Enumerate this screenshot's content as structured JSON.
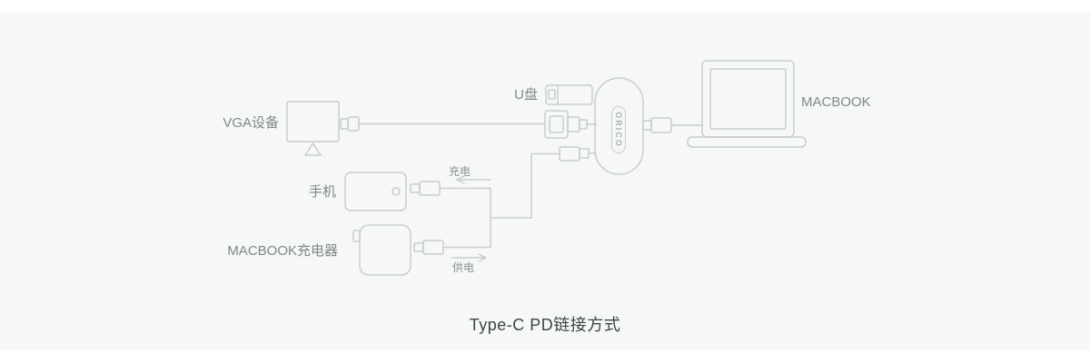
{
  "title": "Type-C PD链接方式",
  "hub": {
    "brand": "ORICO"
  },
  "devices": {
    "vga": {
      "label": "VGA设备"
    },
    "udisk": {
      "label": "U盘"
    },
    "phone": {
      "label": "手机"
    },
    "charger": {
      "label": "MACBOOK充电器"
    },
    "macbook": {
      "label": "MACBOOK"
    }
  },
  "flows": {
    "charging": {
      "label": "充电",
      "direction": "left"
    },
    "power": {
      "label": "供电",
      "direction": "right"
    }
  },
  "colors": {
    "background_band": "#f6f7f7",
    "line": "#c9cdcd",
    "label_text": "#7f8888",
    "title_text": "#3f4547",
    "logo_text": "#aab0b0"
  }
}
